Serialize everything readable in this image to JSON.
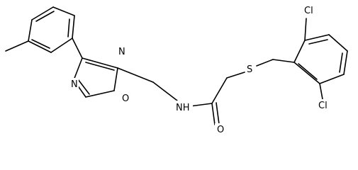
{
  "molecule": {
    "atoms": {
      "n_ring_upper": "N",
      "n_ring_lower": "N",
      "o_ring": "O",
      "nh": "NH",
      "o_carbonyl": "O",
      "s": "S",
      "cl_top": "Cl",
      "cl_bottom": "Cl"
    }
  }
}
